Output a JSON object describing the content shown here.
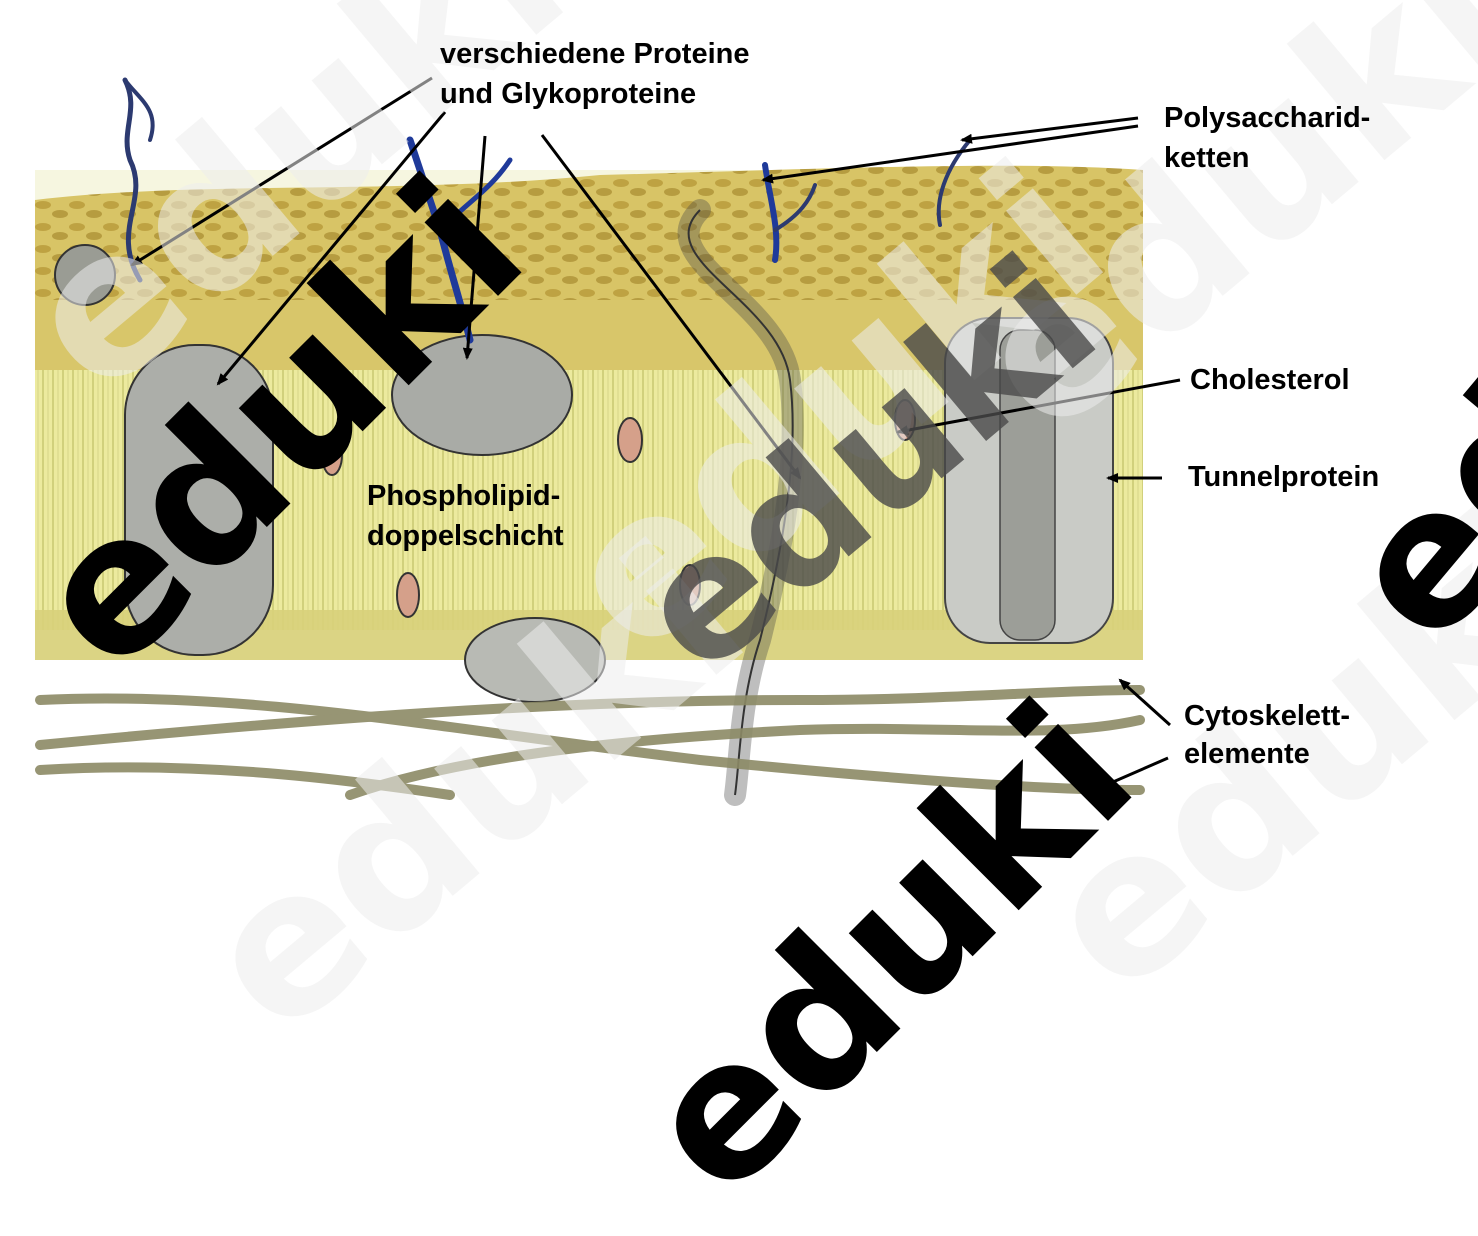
{
  "labels": {
    "proteins_line1": "verschiedene  Proteine",
    "proteins_line2": "und Glykoproteine",
    "polysaccharide_line1": "Polysaccharid-",
    "polysaccharide_line2": "ketten",
    "cholesterol": "Cholesterol",
    "tunnel": "Tunnelprotein",
    "phospholipid_line1": "Phospholipid-",
    "phospholipid_line2": "doppelschicht",
    "cytoskeleton_line1": "Cytoskelett-",
    "cytoskeleton_line2": "elemente"
  },
  "watermark": {
    "text": "eduki",
    "color_dark": "#000000",
    "color_light": "#ececec",
    "color_mid": "#4a4a4a"
  },
  "colors": {
    "lipid_yellow": "#e6e19a",
    "lipid_heads": "#cbb24a",
    "protein_grey": "#a7a9a4",
    "glyco_blue": "#2a3a88",
    "cytoskeleton": "#8c8a68",
    "cholesterol": "#c8907a"
  }
}
